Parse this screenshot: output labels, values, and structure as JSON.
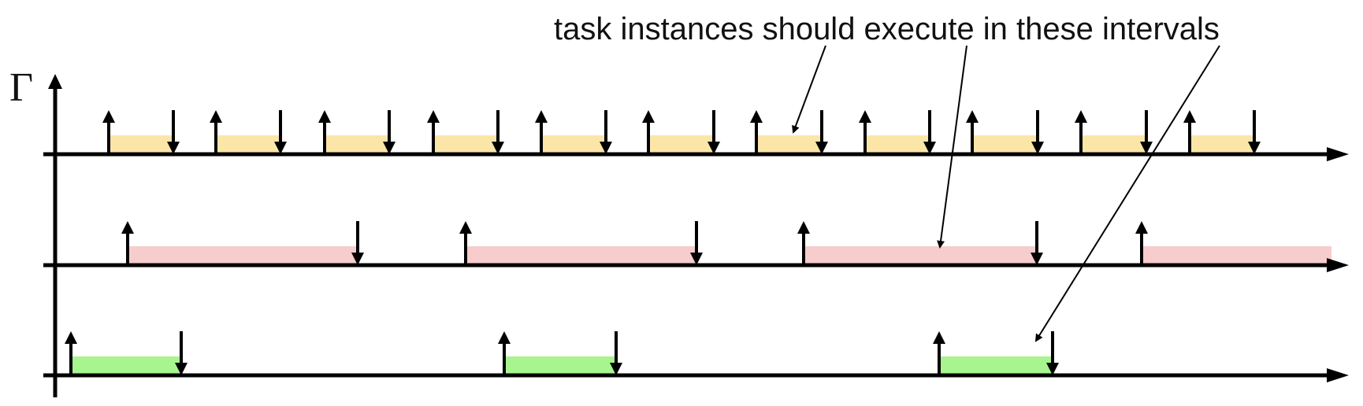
{
  "annotation": {
    "text": "task instances should execute in these intervals"
  },
  "y_axis_symbol": "Γ",
  "colors": {
    "axis": "#000000",
    "task_1_interval": "#FBE6A8",
    "task_2_interval": "#F6CCCC",
    "task_3_interval": "#A8F590",
    "pointer": "#000000"
  },
  "tasks": [
    {
      "id": "task-1",
      "instances": [
        {
          "release": 1,
          "deadline": 2
        },
        {
          "release": 3,
          "deadline": 4
        },
        {
          "release": 5,
          "deadline": 6
        },
        {
          "release": 7,
          "deadline": 8
        },
        {
          "release": 9,
          "deadline": 10
        },
        {
          "release": 11,
          "deadline": 12
        },
        {
          "release": 13,
          "deadline": 14
        },
        {
          "release": 15,
          "deadline": 16
        },
        {
          "release": 17,
          "deadline": 18
        },
        {
          "release": 19,
          "deadline": 20
        },
        {
          "release": 21,
          "deadline": 22
        }
      ]
    },
    {
      "id": "task-2",
      "instances": [
        {
          "release": 1,
          "deadline": 2
        },
        {
          "release": 3,
          "deadline": 4
        },
        {
          "release": 5,
          "deadline": 6
        },
        {
          "release": 7,
          "deadline": null
        }
      ]
    },
    {
      "id": "task-3",
      "instances": [
        {
          "release": 1,
          "deadline": 2
        },
        {
          "release": 3,
          "deadline": 4
        },
        {
          "release": 5,
          "deadline": 6
        }
      ]
    }
  ],
  "pointers": [
    {
      "points_to": "task-1 instance 7"
    },
    {
      "points_to": "task-2 instance 3"
    },
    {
      "points_to": "task-3 instance 3"
    }
  ]
}
